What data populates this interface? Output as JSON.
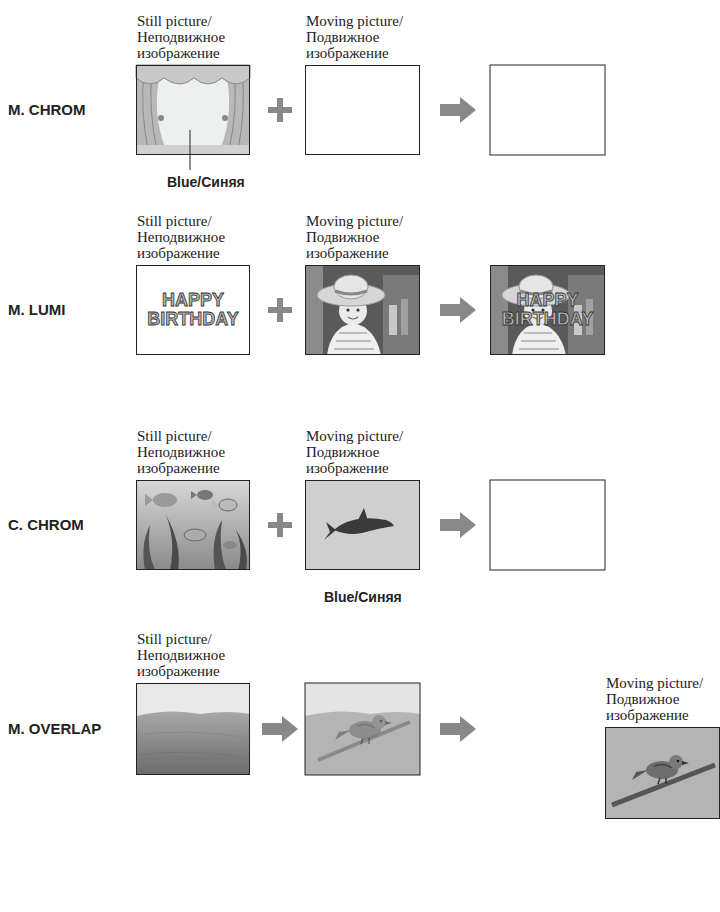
{
  "diagram": {
    "nodes": [
      {
        "text": [
          "Still picture/ Неподвижное изображение",
          "Blue/Синяя"
        ]
      },
      {
        "text": [
          "Moving picture/ Подвижное изображение"
        ]
      },
      {
        "text": [
          "Still picture/ Неподвижное изображение",
          "HAPPY BIRTHDAY"
        ]
      },
      {
        "text": [
          "Moving picture/ Подвижное изображение"
        ]
      },
      {
        "text": [
          "HAPPY BIRTHDAY"
        ]
      },
      {
        "text": [
          "Still picture/ Неподвижное изображение"
        ]
      },
      {
        "text": [
          "Moving picture/ Подвижное изображение",
          "Blue/Синяя"
        ]
      },
      {
        "text": [
          "Still picture/ Неподвижное изображение"
        ]
      },
      {
        "text": [
          "Moving picture/ Подвижное изображение"
        ]
      }
    ],
    "labels": [
      "M. CHROM",
      "M. LUMI",
      "C. CHROM",
      "M. OVERLAP"
    ]
  }
}
